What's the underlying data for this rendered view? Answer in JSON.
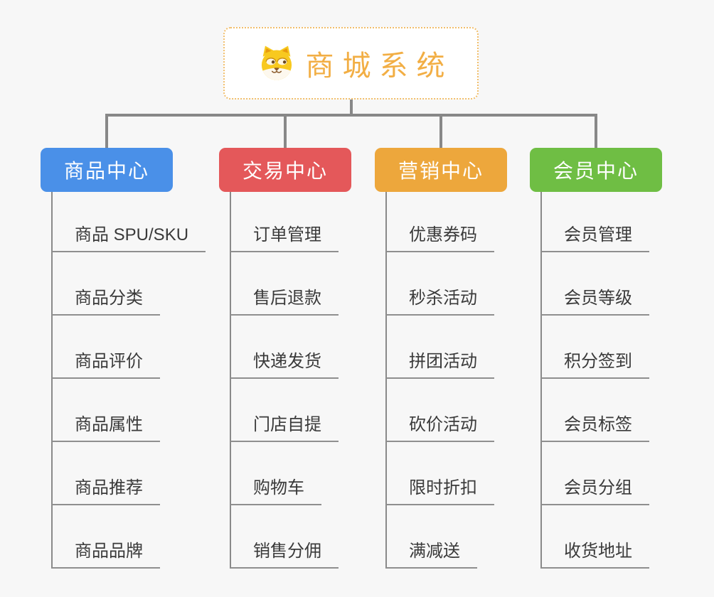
{
  "root": {
    "title": "商城系统",
    "icon": "dog-face"
  },
  "colors": {
    "background": "#F7F7F7",
    "connector": "#888888",
    "trunk": "#8A8A8A",
    "underline": "#8F8F8F",
    "leaf_text": "#3A3A3A",
    "root_border": "#F1BE6B",
    "root_text": "#F2AE44",
    "node_text": "#FFFFFF"
  },
  "branches": [
    {
      "label": "商品中心",
      "color": "#4A90E8",
      "items": [
        "商品 SPU/SKU",
        "商品分类",
        "商品评价",
        "商品属性",
        "商品推荐",
        "商品品牌"
      ]
    },
    {
      "label": "交易中心",
      "color": "#E4585A",
      "items": [
        "订单管理",
        "售后退款",
        "快递发货",
        "门店自提",
        "购物车",
        "销售分佣"
      ]
    },
    {
      "label": "营销中心",
      "color": "#EDA73C",
      "items": [
        "优惠券码",
        "秒杀活动",
        "拼团活动",
        "砍价活动",
        "限时折扣",
        "满减送"
      ]
    },
    {
      "label": "会员中心",
      "color": "#6FBE44",
      "items": [
        "会员管理",
        "会员等级",
        "积分签到",
        "会员标签",
        "会员分组",
        "收货地址"
      ]
    }
  ]
}
